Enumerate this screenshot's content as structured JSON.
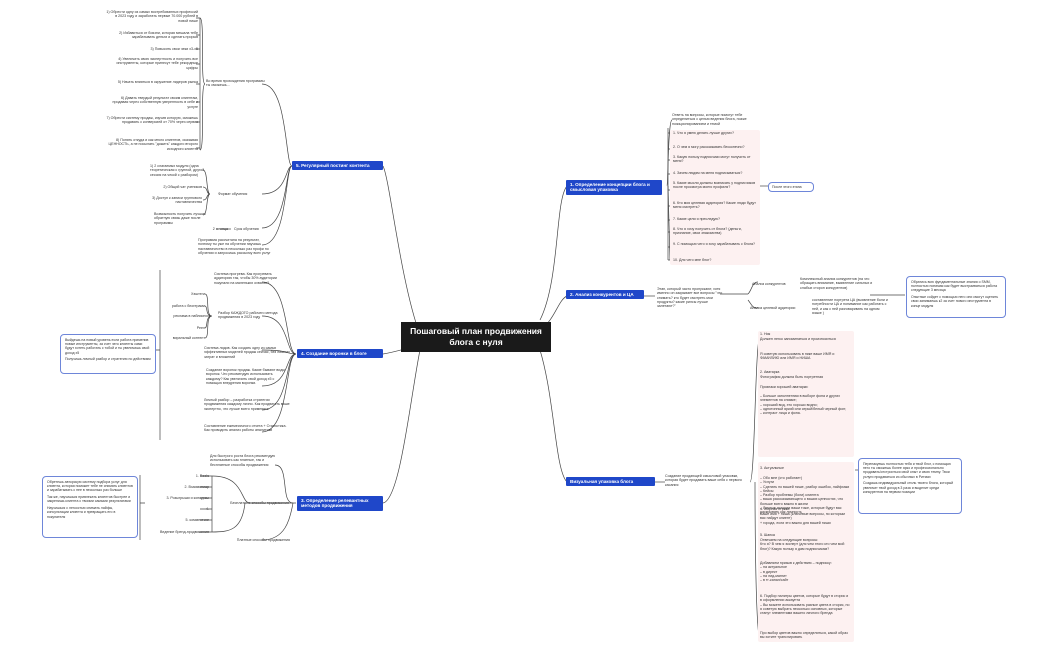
{
  "colors": {
    "branch": "#1f47c9",
    "center": "#1a1a1a",
    "note_border": "#6e86d9",
    "line": "#444444",
    "highlight": "#fdf1f1"
  },
  "center": {
    "title": "Пошаговый план продвижения блога с нуля"
  },
  "b1": {
    "label": "1. Определение концепции блога и смысловая упаковка",
    "intro": "Ответь на вопросы, которые помогут тебе определиться с целью ведения блога, позже позиционированием и темой",
    "note": "После этого этапа",
    "q": [
      "1. Что я умею делать лучше других?",
      "2. О чем я могу рассказывать бесконечно?",
      "3. Какую пользу подписчики могут получить от меня?",
      "4. Зачем людям на меня подписываться?",
      "5. Какие мысли должны возникать у подписчиков после просмотра моего профиля?",
      "6. Кто моя целевая аудитория? Какие люди будут меня смотреть?",
      "7. Какие цели я преследую?",
      "8. Что я хочу получить от блога? (деньги, признание, свои знакомства)",
      "9. С помощью чего я хочу зарабатывать с блога?",
      "10. Для чего мне блог?"
    ]
  },
  "b2": {
    "label": "2. Анализ конкурентов и ЦА",
    "intro": "Этап, который часто пропускают, хотя именно он закрывает все вопросы \"что снимать? кто будет смотреть мои продукты? какие рилсы лучше залетают?\"",
    "k_label": "Анализ конкурентов",
    "k_text": "Комплексный анализ конкурентов (на что обращать внимание, выявление сильных и слабых сторон конкурентов)",
    "a_label": "Анализ целевой аудитории",
    "a_text": "составление портрета ЦА (выявление боли и потребности ЦА и понимание как работать с ней, и как с ней разговаривать на одном языке )",
    "note": [
      "Обратись всю фундаментальные знания о SMM, полностью понимая как будет выстраиваться работа следующие 3 месяца",
      "Опытные сойдет с помощью него они смогут оценить свои занимаешь к2 за счет нового инструмента в конце модуля"
    ]
  },
  "b3": {
    "label": "3. Определение релевантных методов продвижения",
    "intro": "Для быстрого роста блога рекомендую использовать как платные, так и бесплатные способы продвижения",
    "free_label": "Бесплатные способы продвижения",
    "paid_label": "Платные способы продвижения",
    "free": [
      "1. Reels",
      "2. Взаимопиар",
      "3. Розыгрыши и конкурсы",
      "4.",
      "5. комментинг",
      "Ведение бренд-продвижения"
    ],
    "note": [
      "Обретешь авторскую систему подбора услуг для клиента, которая поможет тебе не снимать клиентов и зарабатывать с нее в несколько раз больше",
      "Так же, научишься привлекать клиентов быстрее и закрепишь клиента с твоими самыми результатами",
      "Научишься с легкостью снимать лайфы, консультации клиента и превращать его в покупателя"
    ]
  },
  "b4": {
    "label": "4. Создание воронки в блоге",
    "m1": "Система прогрева. Как прогревать аудиторию так, чтобы 30% аудитории покупали на маленьких охватах?",
    "m2": "Разбор КАЖДОГО рабочего метода продвижения в 2023 году",
    "m3": "Система лидов. Как создать одну из самых эффективных моделей продаж сейчас, без лишних затрат и вложений",
    "m4": "Создание воронок продаж. Какие бывают виды воронок. Что рекомендую использовать каждому? Как увеличить свой доход х5 с помощью внедрения воронки.",
    "m5": "Личный разбор – разработка стратегии продвижения каждому лично. Как продвигать ваше экспертно, что лучше всего применять",
    "m6": "Составление ежемесячного отчета + Статистика. Как проводить анализ работы аналитики",
    "left": [
      "Хэштеги",
      "работа с блогерами",
      "реклама в паблике",
      "Реел",
      "виральный контент"
    ],
    "note": [
      "Выйдешь на новый уровень если работа применив новые инструменты, за счет чего клиенты сами будут хотеть работать с тобой и ты увеличишь свой доход х5",
      "Получишь личный разбор и стратегию по действиям"
    ]
  },
  "b5": {
    "label": "5. Регулярный постинг контента",
    "group1": "Во время прохождения программы ты сможешь...",
    "items": [
      "1) Обрести одну из самых востребованных профессий в 2023 году и заработать первые 70.000 рублей в новой нише",
      "2) Избавиться от боязни, которая мешала тебе зарабатывать деньги и сделать прорыв",
      "3) Повысить свои чеки х3-х5",
      "4) Увеличить свою экспертность и получить все инструменты, которые принесут тебе рекордные цифры",
      "5) Начать влияться в окружение лидеров рынка",
      "6) Давать твердый результат своим клиентам, продавая через собственную уверенность в себе и услуге",
      "7) Обрести систему продаж, изучив которую, сможешь продавать с конверсией от 70% через сервис",
      "8) Понять откуда и как много клиентов, оказывая ЦЕННОСТЬ, а не посылать \"дожить\" каждого второго исходного клиента"
    ],
    "format_label": "Формат обучения",
    "format": [
      "1) 2 слагаемых модуля (одна теоретическая с группой, другой сессия на чекой с разбором)",
      "2) Общий чат учеников",
      "3) Доступ к записи группового наставничества",
      "Возможность получить лучших обратную связь даже после программы"
    ],
    "dur_value": "2 месяца",
    "dur_label": "Срок обучения",
    "result": "Программа рассчитана на результат, поэтому ты уже на обучении научишь наставничество в несколько раз профи по обучении и запросишь рассылку всех услуг"
  },
  "b6": {
    "label": "Визуальная упаковка блога",
    "intro": "Создание продающей смысловой упаковки, которая будет продавать ваше себя с первого касания",
    "s1": [
      "1. Ник",
      "Должен легко запоминаться и произноситься",
      "Я советую использовать в нике ваше ИМЯ и ФАМИЛИЮ или ИМЯ и НИША",
      "2. Аватарка",
      "Фотография должна быть портретная",
      "Признаки хорошей аватарки:",
      "– Больше заполненная в выборе фона и других элементов на снимке;\n– хороший вид, это хорошо видно;\n– однотонный яркий или серый/белый черный фон;\n– контраст лица и фона."
    ],
    "s3": [
      "3. Актуальные",
      "– Обо мне (кто работает)\n– Услуги\n– Сделать по вашей нише, разбор ошибок, лайфхаки\n– Кейсы\n– Разбор проблемы (боли) клиента\n– ваша рассказывающего о ваших ценностях, что больше всего важно в жизни\n– Личные истории ваши тоже, которые будут вас раскрывать как личность",
      "4. Жирная строка",
      "Ваше имя + ниша (ключевые вопросы, по которым вас найдут клиент)\n+ города, если это важно для вашей ниши",
      "5. Шапка",
      "Отвечаем на следующие вопросы:\nКто я? В чем я эксперт (для чем этого кто чем мой блог)? Какую пользу я дам подписчикам?",
      "Добавляем призыв к действию – подписку:\n– на актуальное\n– в директ\n– на лид-магнит\n– в тг-канал/сайт",
      "6. Подбор палитры цветов, которые будут в сторис и в оформлении аккаунта\n– Вы можете использовать разные цвета в сторис, но я советую выбрать несколько основных, которые станут элементами вашего личного бренда",
      "Про выбор цветов важно определиться, какой образ вы хотите транслировать"
    ],
    "note": [
      "Перепакуешь полностью тебя и твой блог, с помощью него ты сможешь более ярко и профессионально продавать/отстроиться свой опыт и свою темпу. Твои услуги продаваться из обычных в Ритмах",
      "Создашь индивидуальный стиль твоего блога, который увеличит твой доход в 3 раза и выделит среди конкурентов на первом позиции"
    ]
  }
}
